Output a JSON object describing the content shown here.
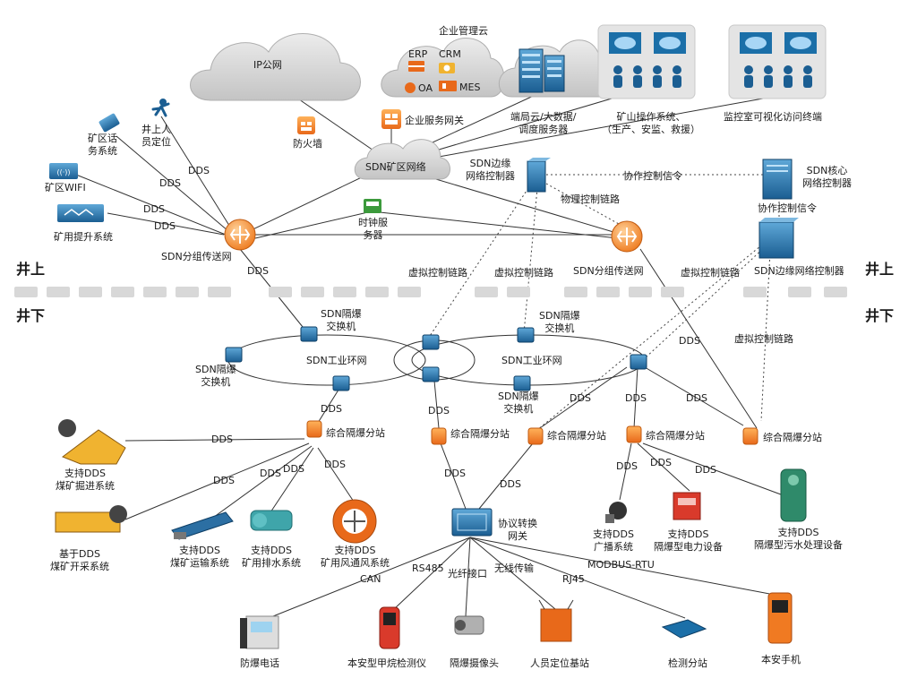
{
  "zones": {
    "above": "井上",
    "below": "井下"
  },
  "clouds": {
    "ip_net": "IP公网",
    "enterprise": "企业管理云",
    "sdn_mine_net": "SDN矿区网络",
    "erp": "ERP",
    "crm": "CRM",
    "oa": "OA",
    "mes": "MES"
  },
  "surface": {
    "firewall": "防火墙",
    "enterprise_gateway": "企业服务网关",
    "edge_cloud": "端局云/大数据/\n调度服务器",
    "mine_ops": "矿山操作系统、\n（生产、安监、救援）",
    "monitor_terminal": "监控室可视化访问终端",
    "phone_system": "矿区话\n务系统",
    "personnel_up": "井上人\n员定位",
    "wifi": "矿区WIFI",
    "hoist": "矿用提升系统",
    "sdn_transport_left": "SDN分组传送网",
    "sdn_transport_right": "SDN分组传送网",
    "clock_server": "时钟服\n务器",
    "sdn_edge_ctrl_top": "SDN边缘\n网络控制器",
    "sdn_core_ctrl": "SDN核心\n网络控制器",
    "sdn_edge_ctrl_right": "SDN边缘网络控制器",
    "coop_signal": "协作控制信令",
    "coop_signal_2": "协作控制信令",
    "physical_link": "物理控制链路"
  },
  "virtual_links": [
    "虚拟控制链路",
    "虚拟控制链路",
    "虚拟控制链路",
    "虚拟控制链路"
  ],
  "underground": {
    "switch_top": "SDN隔爆\n交换机",
    "switch_left": "SDN隔爆\n交换机",
    "switch_mid": "SDN隔爆\n交换机",
    "switch_right": "SDN隔爆\n交换机",
    "ring_left": "SDN工业环网",
    "ring_right": "SDN工业环网",
    "substation": "综合隔爆分站",
    "protocol_gateway": "协议转换\n网关"
  },
  "equipment": {
    "roadheader": "支持DDS\n煤矿掘进系统",
    "mining": "基于DDS\n煤矿开采系统",
    "transport": "支持DDS\n煤矿运输系统",
    "drainage": "支持DDS\n矿用排水系统",
    "ventilation": "支持DDS\n矿用风通风系统",
    "broadcast": "支持DDS\n广播系统",
    "power": "支持DDS\n隔爆型电力设备",
    "sewage": "支持DDS\n隔爆型污水处理设备"
  },
  "interfaces": [
    "CAN",
    "RS485",
    "光纤接口",
    "无线传输",
    "RJ45",
    "MODBUS-RTU"
  ],
  "terminals": [
    "防爆电话",
    "本安型甲烷检测仪",
    "隔爆摄像头",
    "人员定位基站",
    "检测分站",
    "本安手机"
  ],
  "dds": "DDS",
  "colors": {
    "orange": "#F07A22",
    "blue": "#1B6FA8",
    "cloud": "#D9D9D9",
    "line": "#333333"
  }
}
